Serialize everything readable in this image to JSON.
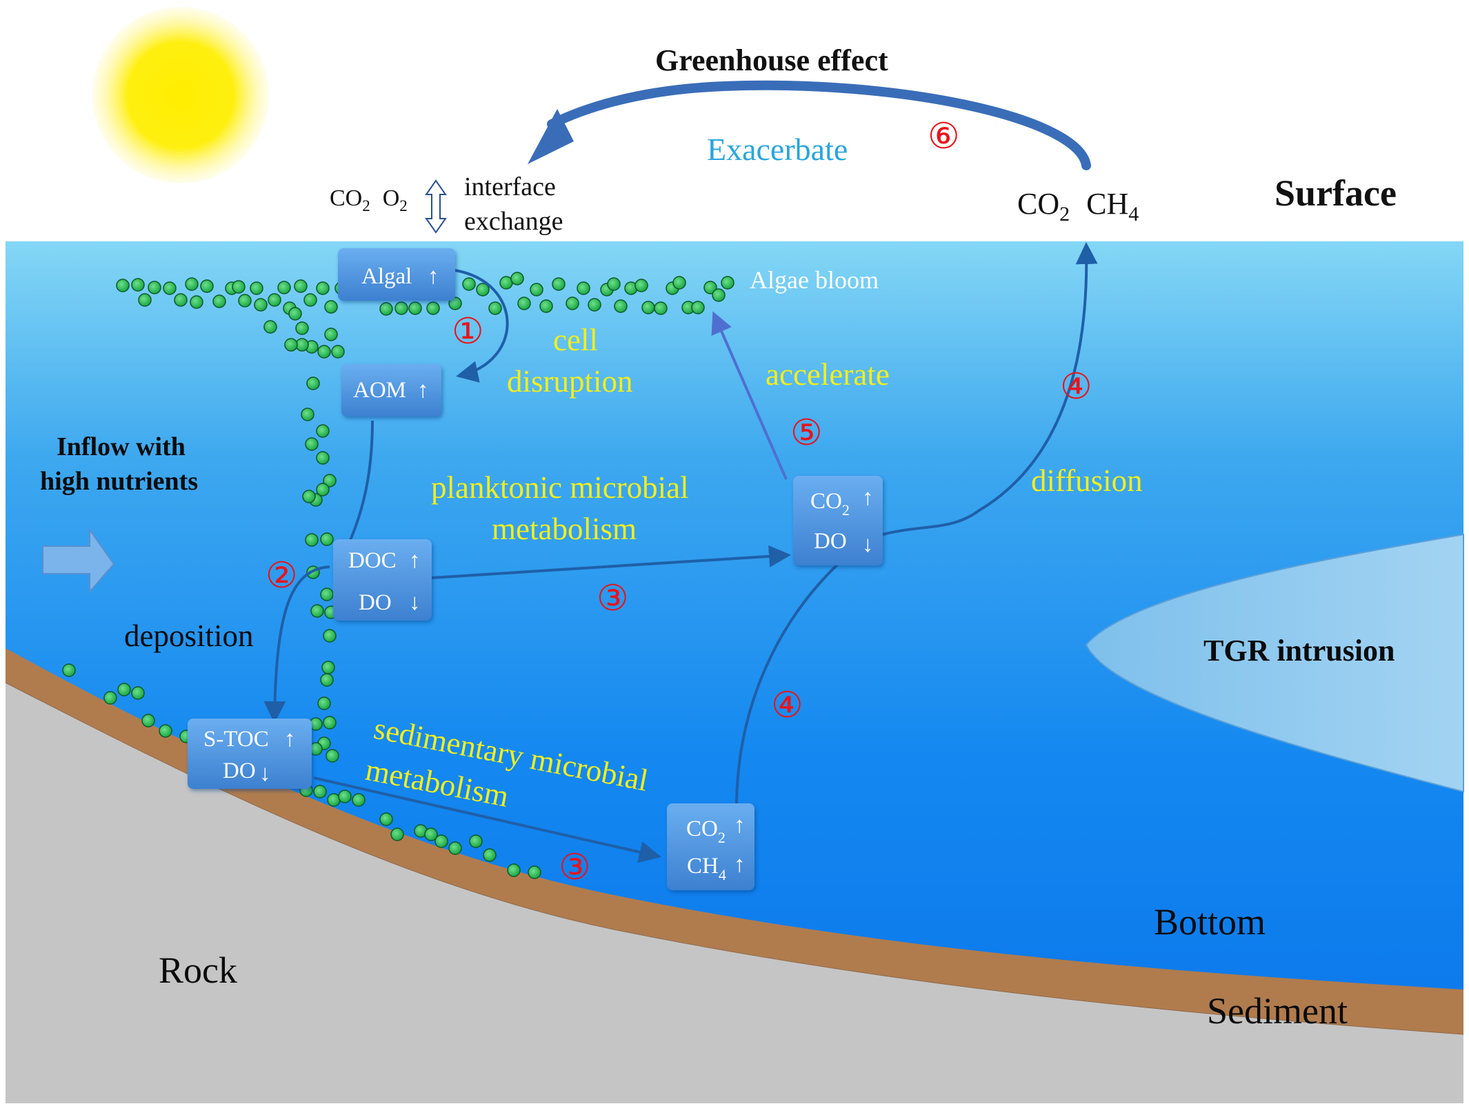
{
  "top": {
    "title": "Greenhouse effect",
    "exacerbate": "Exacerbate",
    "exchange_gases": [
      "CO",
      "2",
      "O",
      "2"
    ],
    "exchange_line1": "interface",
    "exchange_line2": "exchange",
    "emitted_gases": [
      "CO",
      "2",
      "CH",
      "4"
    ],
    "surface": "Surface"
  },
  "water": {
    "algae_bloom": "Algae bloom",
    "inflow_line1": "Inflow with",
    "inflow_line2": "high nutrients",
    "tgr": "TGR intrusion",
    "bottom": "Bottom",
    "sediment": "Sediment",
    "rock": "Rock"
  },
  "processes": {
    "cell_line1": "cell",
    "cell_line2": "disruption",
    "accelerate": "accelerate",
    "planktonic_line1": "planktonic microbial",
    "planktonic_line2": "metabolism",
    "diffusion": "diffusion",
    "deposition": "deposition",
    "sedimentary_line1": "sedimentary microbial",
    "sedimentary_line2": "metabolism"
  },
  "boxes": {
    "algal": "Algal",
    "aom": "AOM",
    "doc": "DOC",
    "do": "DO",
    "co2": [
      "CO",
      "2"
    ],
    "stoc": "S-TOC",
    "ch4": [
      "CH",
      "4"
    ]
  },
  "numbers": {
    "n1": "①",
    "n2": "②",
    "n3a": "③",
    "n3b": "③",
    "n4a": "④",
    "n4b": "④",
    "n5": "⑤",
    "n6": "⑥"
  },
  "colors": {
    "water_top": "#7fd4f4",
    "water_bottom": "#0a78ee",
    "sediment": "#b07c4e",
    "rock": "#c3c3c3",
    "box": "#4a8fd8",
    "arrow": "#1f5fa8",
    "algae": "#2fc25a",
    "label_yellow": "#f3ee1c",
    "number_red": "#e8141c",
    "sun": "#ffea00",
    "exacerbate": "#29a5dc"
  },
  "icons": [
    "sun-icon",
    "inflow-arrow-icon",
    "exchange-double-arrow-icon",
    "up-arrow-icon",
    "down-arrow-icon"
  ]
}
